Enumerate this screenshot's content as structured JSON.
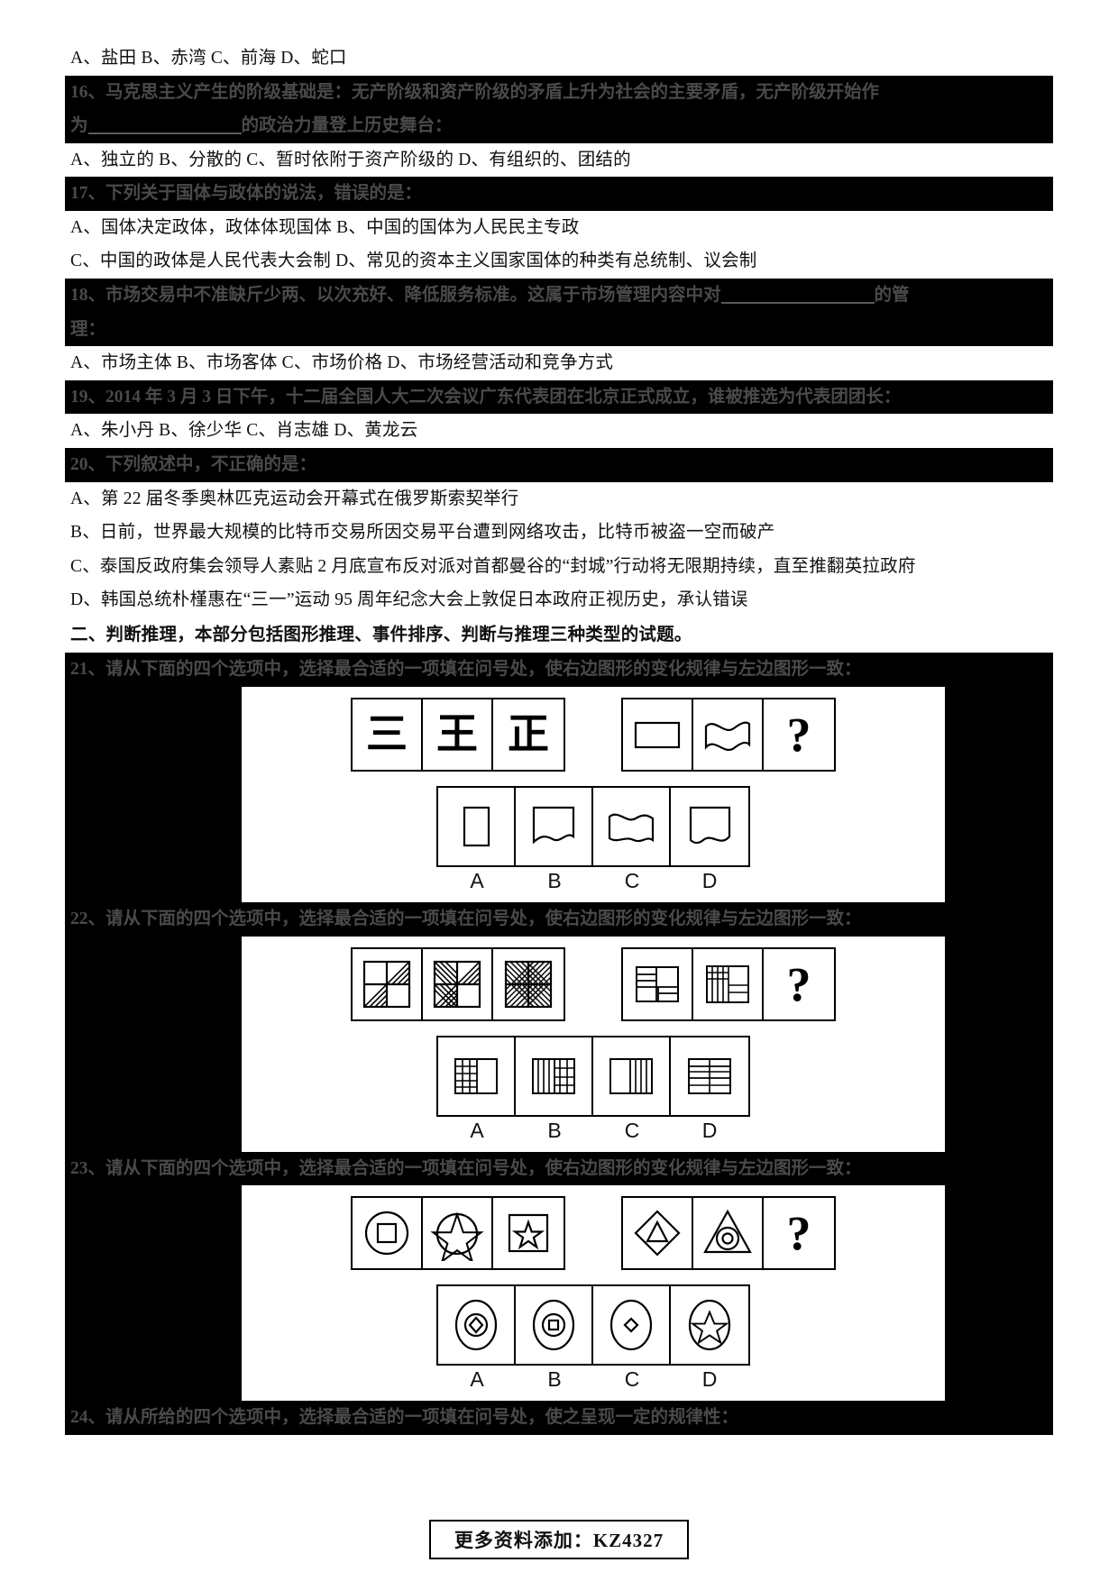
{
  "document": {
    "lines": [
      {
        "id": "l0",
        "type": "option",
        "text": "A、盐田      B、赤湾     C、前海      D、蛇口"
      },
      {
        "id": "l1",
        "type": "question",
        "num": "16、",
        "text": "马克思主义产生的阶级基础是：无产阶级和资产阶级的矛盾上升为社会的主要矛盾，无产阶级开始作"
      },
      {
        "id": "l2",
        "type": "question_cont",
        "pre": "为",
        "post": "的政治力量登上历史舞台："
      },
      {
        "id": "l3",
        "type": "option",
        "text": "A、独立的      B、分散的      C、暂时依附于资产阶级的      D、有组织的、团结的"
      },
      {
        "id": "l4",
        "type": "question",
        "num": "17、",
        "text": "下列关于国体与政体的说法，错误的是："
      },
      {
        "id": "l5",
        "type": "option",
        "text": "A、国体决定政体，政体体现国体      B、中国的国体为人民民主专政"
      },
      {
        "id": "l6",
        "type": "option",
        "text": "C、中国的政体是人民代表大会制      D、常见的资本主义国家国体的种类有总统制、议会制"
      },
      {
        "id": "l7",
        "type": "question",
        "num": "18、",
        "text": "市场交易中不准缺斤少两、以次充好、降低服务标准。这属于市场管理内容中对",
        "post": "的管"
      },
      {
        "id": "l8",
        "type": "question_cont2",
        "text": "理："
      },
      {
        "id": "l9",
        "type": "option",
        "text": "A、市场主体      B、市场客体      C、市场价格      D、市场经营活动和竞争方式"
      },
      {
        "id": "l10",
        "type": "question",
        "num": "19、",
        "text": "2014 年 3 月 3 日下午，十二届全国人大二次会议广东代表团在北京正式成立，谁被推选为代表团团长："
      },
      {
        "id": "l11",
        "type": "option",
        "text": "A、朱小丹      B、徐少华      C、肖志雄      D、黄龙云"
      },
      {
        "id": "l12",
        "type": "question",
        "num": "20、",
        "text": "下列叙述中，不正确的是："
      },
      {
        "id": "l13",
        "type": "option",
        "text": "A、第 22 届冬季奥林匹克运动会开幕式在俄罗斯索契举行"
      },
      {
        "id": "l14",
        "type": "option",
        "text": "B、日前，世界最大规模的比特币交易所因交易平台遭到网络攻击，比特币被盗一空而破产"
      },
      {
        "id": "l15",
        "type": "option",
        "text": "C、泰国反政府集会领导人素贴 2 月底宣布反对派对首都曼谷的“封城”行动将无限期持续，直至推翻英拉政府"
      },
      {
        "id": "l16",
        "type": "option",
        "text": "D、韩国总统朴槿惠在“三一”运动 95 周年纪念大会上敦促日本政府正视历史，承认错误"
      },
      {
        "id": "l17",
        "type": "section",
        "text": "二、判断推理，本部分包括图形推理、事件排序、判断与推理三种类型的试题。"
      },
      {
        "id": "l18",
        "type": "question",
        "num": "21、",
        "text": "请从下面的四个选项中，选择最合适的一项填在问号处，使右边图形的变化规律与左边图形一致："
      },
      {
        "id": "l19",
        "type": "question",
        "num": "22、",
        "text": "请从下面的四个选项中，选择最合适的一项填在问号处，使右边图形的变化规律与左边图形一致："
      },
      {
        "id": "l20",
        "type": "question",
        "num": "23、",
        "text": "请从下面的四个选项中，选择最合适的一项填在问号处，使右边图形的变化规律与左边图形一致："
      },
      {
        "id": "l21",
        "type": "question",
        "num": "24、",
        "text": "请从所给的四个选项中，选择最合适的一项填在问号处，使之呈现一定的规律性："
      }
    ]
  },
  "figures": {
    "q21": {
      "left": [
        "三",
        "王",
        "正"
      ],
      "right": [
        "rectangle",
        "wavy-band",
        "question-mark"
      ],
      "options": [
        "tall-rectangle",
        "wavy-bottom-open",
        "double-wave",
        "rect-wavy-bottom"
      ],
      "labels": [
        "A",
        "B",
        "C",
        "D"
      ]
    },
    "q22": {
      "left": [
        "quad-diagonal-2",
        "quad-diagonal-3",
        "quad-diagonal-4"
      ],
      "right": [
        "grid-blocks-1",
        "grid-blocks-2",
        "question-mark"
      ],
      "options": [
        "grid-opt-a",
        "grid-opt-b",
        "grid-opt-c",
        "grid-opt-d"
      ],
      "labels": [
        "A",
        "B",
        "C",
        "D"
      ]
    },
    "q23": {
      "left": [
        "circle-square",
        "star-in-circle",
        "star-in-square"
      ],
      "right": [
        "diamond-triangle",
        "circle-in-triangle",
        "question-mark"
      ],
      "options": [
        "circle-circle-diamond",
        "circle-circle-square",
        "circle-diamond",
        "circle-star"
      ],
      "labels": [
        "A",
        "B",
        "C",
        "D"
      ]
    }
  },
  "footer": {
    "stamp_text": "更多资料添加：KZ4327"
  },
  "colors": {
    "page_background": "#ffffff",
    "question_row_background": "#000000",
    "question_row_text": "#4a4a4a",
    "option_text": "#111111"
  }
}
